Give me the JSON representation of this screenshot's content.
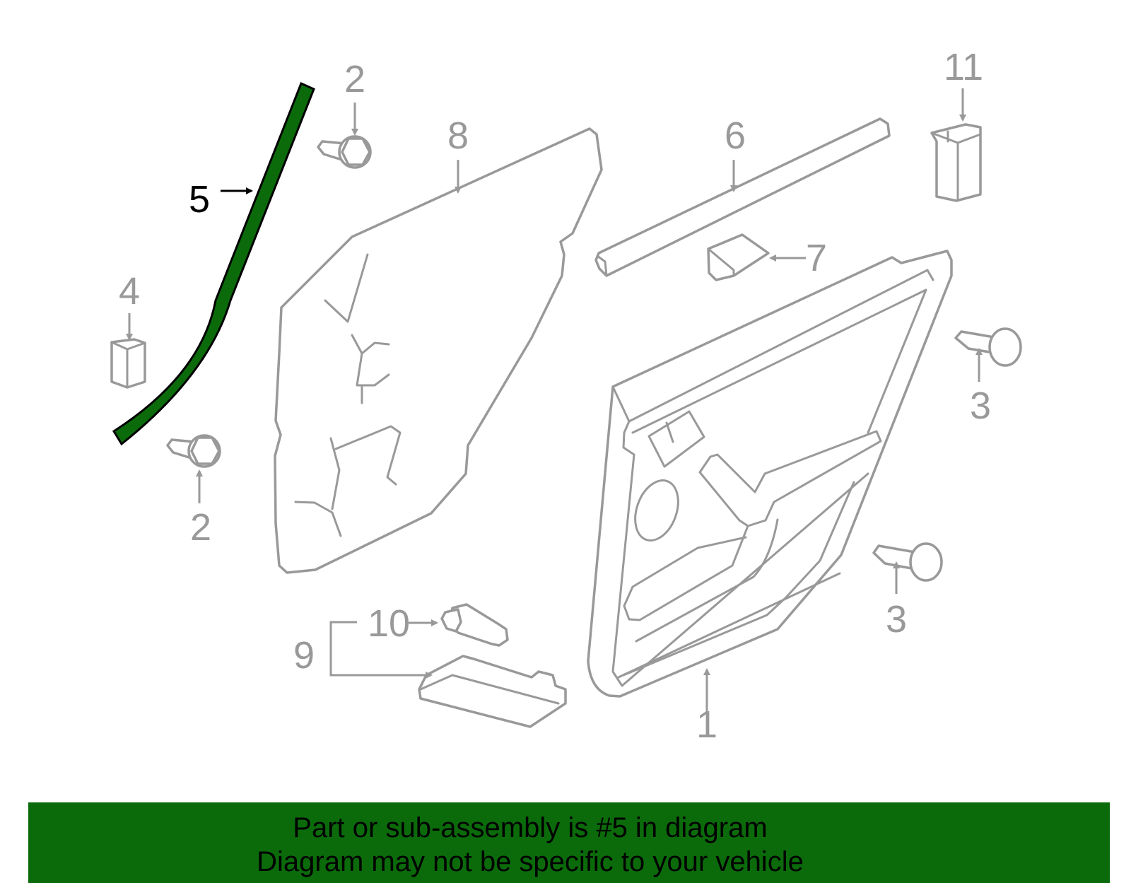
{
  "colors": {
    "highlight": "#0b6b0b",
    "outline": "#999999",
    "highlight_label": "#000000"
  },
  "callouts": {
    "c1": "1",
    "c2a": "2",
    "c2b": "2",
    "c3a": "3",
    "c3b": "3",
    "c4": "4",
    "c5": "5",
    "c6": "6",
    "c7": "7",
    "c8": "8",
    "c9": "9",
    "c10": "10",
    "c11": "11"
  },
  "highlighted_part": "5",
  "banner": {
    "line1": "Part or sub-assembly is #5 in diagram",
    "line2": "Diagram may not be specific to your vehicle"
  }
}
